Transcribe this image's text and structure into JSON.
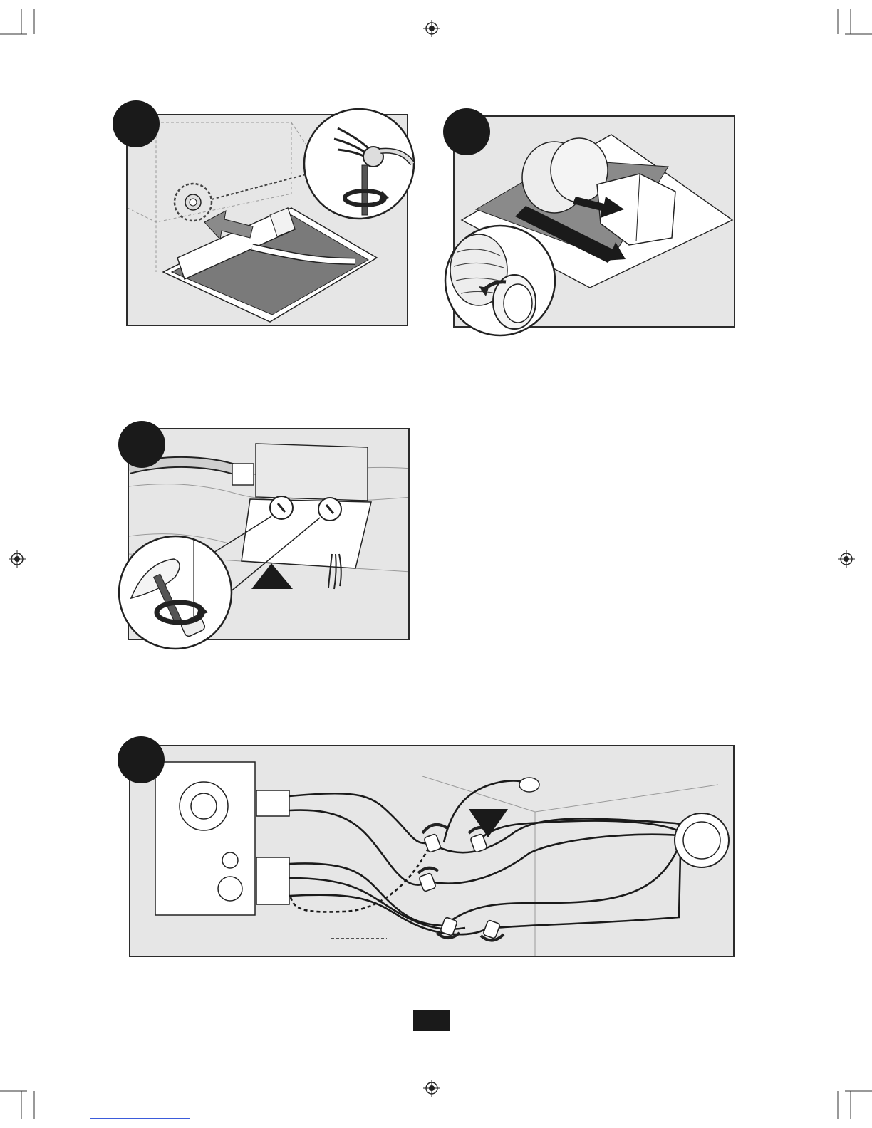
{
  "page": {
    "background": "#ffffff",
    "panel_fill": "#e6e6e6",
    "ink": "#1a1a1a"
  },
  "steps": [
    {
      "id": "step-1",
      "subject": "knockout-and-cable-clamp"
    },
    {
      "id": "step-2",
      "subject": "duct-connector"
    },
    {
      "id": "step-3",
      "subject": "junction-box-cover-screws"
    },
    {
      "id": "step-4",
      "subject": "wiring-connections"
    }
  ],
  "icons": [
    "step-badge-icon",
    "direction-arrow-icon",
    "rotate-arrow-icon",
    "warning-triangle-icon",
    "wire-nut-icon",
    "registration-mark-icon"
  ]
}
